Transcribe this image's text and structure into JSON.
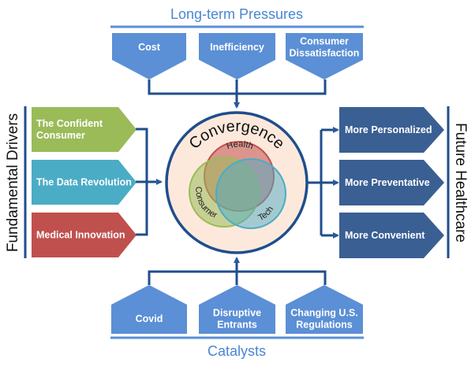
{
  "diagram": {
    "top": {
      "title": "Long-term Pressures",
      "items": [
        {
          "lines": [
            "Cost"
          ]
        },
        {
          "lines": [
            "Inefficiency"
          ]
        },
        {
          "lines": [
            "Consumer",
            "Dissatisfaction"
          ]
        }
      ]
    },
    "left": {
      "title": "Fundamental Drivers",
      "items": [
        {
          "lines": [
            "The Confident",
            "Consumer"
          ],
          "color": "#9bbb59"
        },
        {
          "lines": [
            "The Data Revolution"
          ],
          "color": "#4bacc6"
        },
        {
          "lines": [
            "Medical Innovation"
          ],
          "color": "#c0504d"
        }
      ]
    },
    "center": {
      "title": "Convergence",
      "circles": [
        {
          "label": "Health",
          "color": "#c0504d"
        },
        {
          "label": "Consumer",
          "color": "#9bbb59"
        },
        {
          "label": "Tech",
          "color": "#4bacc6"
        }
      ]
    },
    "right": {
      "title": "Future Healthcare",
      "items": [
        {
          "lines": [
            "More Personalized"
          ]
        },
        {
          "lines": [
            "More Preventative"
          ]
        },
        {
          "lines": [
            "More Convenient"
          ]
        }
      ]
    },
    "bottom": {
      "title": "Catalysts",
      "items": [
        {
          "lines": [
            "Covid"
          ]
        },
        {
          "lines": [
            "Disruptive",
            "Entrants"
          ]
        },
        {
          "lines": [
            "Changing U.S.",
            "Regulations"
          ]
        }
      ]
    },
    "colors": {
      "pressure_box": "#5b8fd6",
      "outcome_box": "#3a5f93",
      "connector": "#1f4e8c",
      "section_line": "#5b8fd6",
      "convergence_fill": "#fde9dc",
      "convergence_stroke": "#1f4e8c"
    }
  }
}
